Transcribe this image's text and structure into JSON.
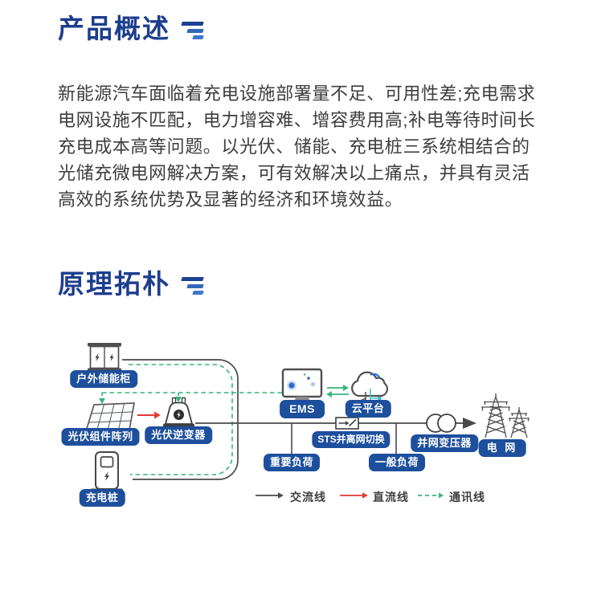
{
  "overview": {
    "title": "产品概述",
    "paragraph_lines": [
      "新能源汽车面临着充电设施部署量不足、可用性差;充电需求",
      "电网设施不匹配，电力增容难、增容费用高;补电等待时间长",
      "充电成本高等问题。以光伏、储能、充电桩三系统相结合的",
      "光储充微电网解决方案，可有效解决以上痛点，并具有灵活",
      "高效的系统优势及显著的经济和环境效益。"
    ]
  },
  "topology": {
    "title": "原理拓朴",
    "labels": {
      "storage": "户外储能柜",
      "pv_array": "光伏组件阵列",
      "pv_inverter": "光伏逆变器",
      "charger": "充电桩",
      "ems": "EMS",
      "cloud": "云平台",
      "sts": "STS并离网切换",
      "critical_load": "重要负荷",
      "general_load": "一般负荷",
      "transformer": "并网变压器",
      "grid": "电 网"
    },
    "icons": {
      "storage": "battery-cabinet-icon",
      "pv_array": "solar-panel-icon",
      "pv_inverter": "inverter-icon",
      "charger": "ev-charger-icon",
      "ems": "monitor-icon",
      "cloud": "cloud-network-icon",
      "sts": "switch-icon",
      "transformer": "two-circles-transformer-icon",
      "grid": "transmission-towers-icon"
    },
    "legend": [
      {
        "label": "交流线",
        "style": "solid",
        "color": "#4a4a4a"
      },
      {
        "label": "直流线",
        "style": "solid",
        "color": "#e23b35"
      },
      {
        "label": "通讯线",
        "style": "dashed",
        "color": "#35b57a"
      }
    ]
  },
  "colors": {
    "title_blue": "#1c3e8e",
    "pill_blue": "#1d4f9c",
    "ac_line": "#4a4a4a",
    "dc_line": "#e23b35",
    "comm_line": "#35b57a",
    "body_text": "#3d3d3d"
  }
}
